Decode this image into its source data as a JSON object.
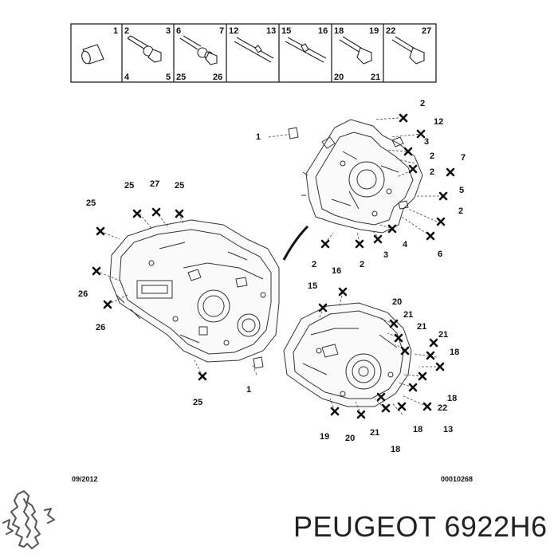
{
  "legend": {
    "cells": [
      {
        "tl": "1",
        "tr": "",
        "bl": "",
        "br": ""
      },
      {
        "tl": "2",
        "tr": "3",
        "bl": "4",
        "br": "5"
      },
      {
        "tl": "6",
        "tr": "7",
        "bl": "25",
        "br": "26"
      },
      {
        "tl": "12",
        "tr": "13",
        "bl": "",
        "br": ""
      },
      {
        "tl": "15",
        "tr": "16",
        "bl": "",
        "br": ""
      },
      {
        "tl": "18",
        "tr": "19",
        "bl": "20",
        "br": "21"
      },
      {
        "tl": "22",
        "tr": "27",
        "bl": "",
        "br": ""
      }
    ]
  },
  "callouts": {
    "c1": "1",
    "c2": "2",
    "c3": "3",
    "c4": "4",
    "c5": "5",
    "c6": "6",
    "c7": "7",
    "c12": "12",
    "c13": "13",
    "c15": "15",
    "c16": "16",
    "c18": "18",
    "c19": "19",
    "c20": "20",
    "c21": "21",
    "c22": "22",
    "c25": "25",
    "c26": "26",
    "c27": "27"
  },
  "footer": {
    "date": "09/2012",
    "ref": "00010268",
    "brand_text": "PEUGEOT 6922H6"
  },
  "logo_icon": "peugeot-lion-icon"
}
